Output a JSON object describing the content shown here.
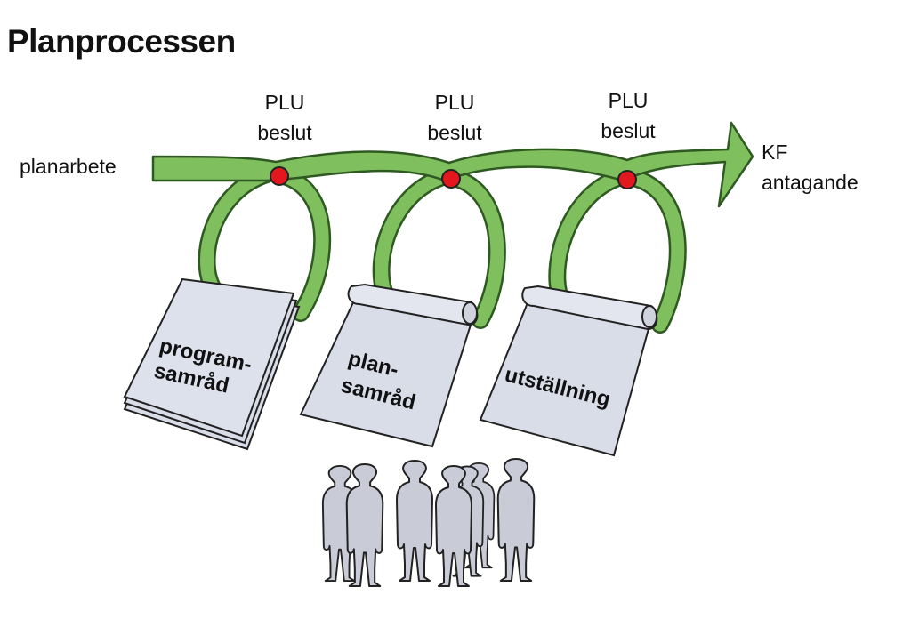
{
  "title": "Planprocessen",
  "start_label": "planarbete",
  "end_label": {
    "line1": "KF",
    "line2": "antagande"
  },
  "decisions": [
    {
      "line1": "PLU",
      "line2": "beslut"
    },
    {
      "line1": "PLU",
      "line2": "beslut"
    },
    {
      "line1": "PLU",
      "line2": "beslut"
    }
  ],
  "documents": [
    {
      "line1": "program-",
      "line2": "samråd"
    },
    {
      "line1": "plan-",
      "line2": "samråd"
    },
    {
      "line1": "utställning",
      "line2": ""
    }
  ],
  "colors": {
    "arrow_green": "#7fbf5e",
    "arrow_outline": "#2e5a22",
    "decision_dot": "#e3181f",
    "paper": "#d9dde8",
    "people": "#c9ccd6"
  }
}
